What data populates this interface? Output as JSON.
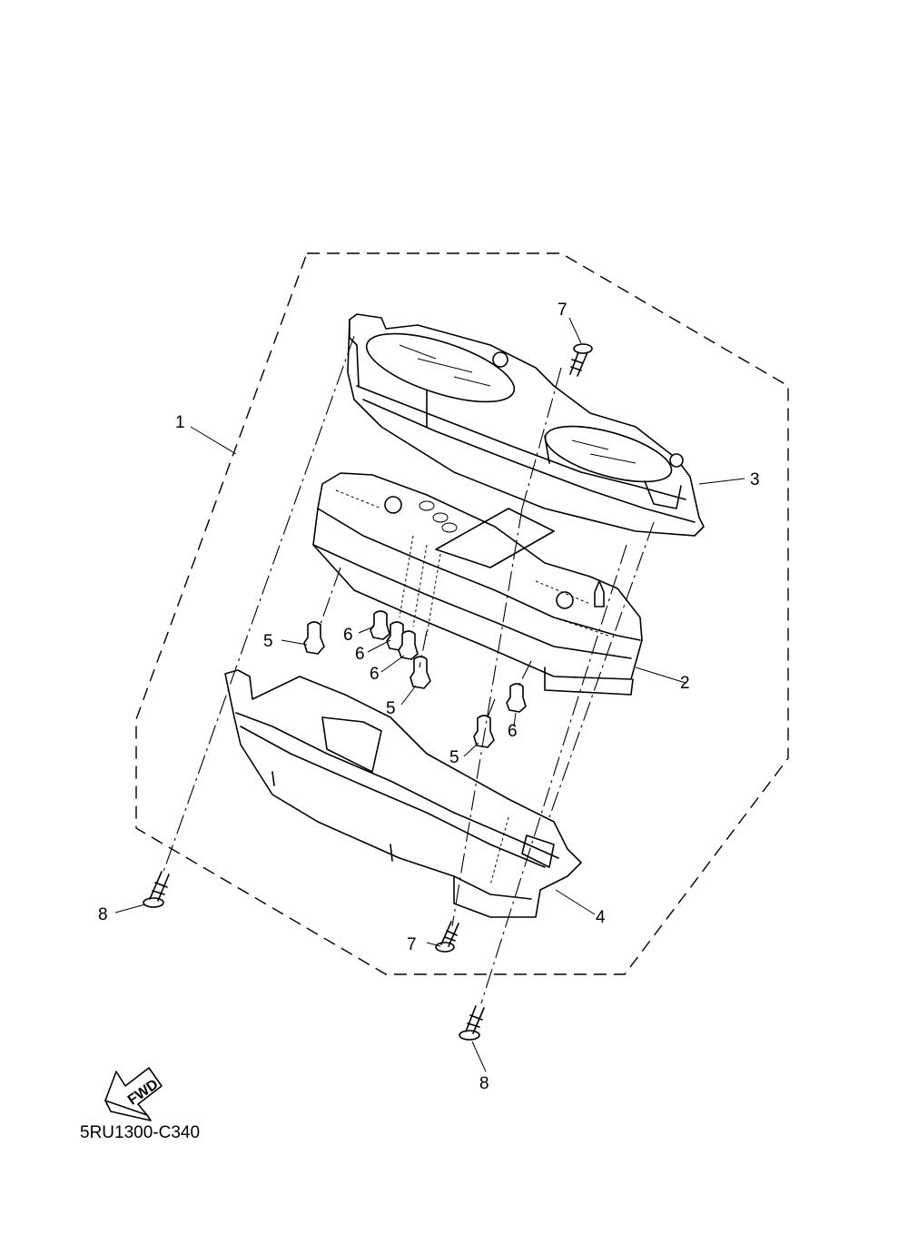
{
  "diagram": {
    "callouts": [
      {
        "id": "1",
        "text": "1"
      },
      {
        "id": "2",
        "text": "2"
      },
      {
        "id": "3",
        "text": "3"
      },
      {
        "id": "4",
        "text": "4"
      },
      {
        "id": "5a",
        "text": "5"
      },
      {
        "id": "5b",
        "text": "5"
      },
      {
        "id": "5c",
        "text": "5"
      },
      {
        "id": "6a",
        "text": "6"
      },
      {
        "id": "6b",
        "text": "6"
      },
      {
        "id": "6c",
        "text": "6"
      },
      {
        "id": "6d",
        "text": "6"
      },
      {
        "id": "7a",
        "text": "7"
      },
      {
        "id": "7b",
        "text": "7"
      },
      {
        "id": "8a",
        "text": "8"
      },
      {
        "id": "8b",
        "text": "8"
      }
    ],
    "direction_arrow": "FWD",
    "drawing_code": "5RU1300-C340"
  }
}
